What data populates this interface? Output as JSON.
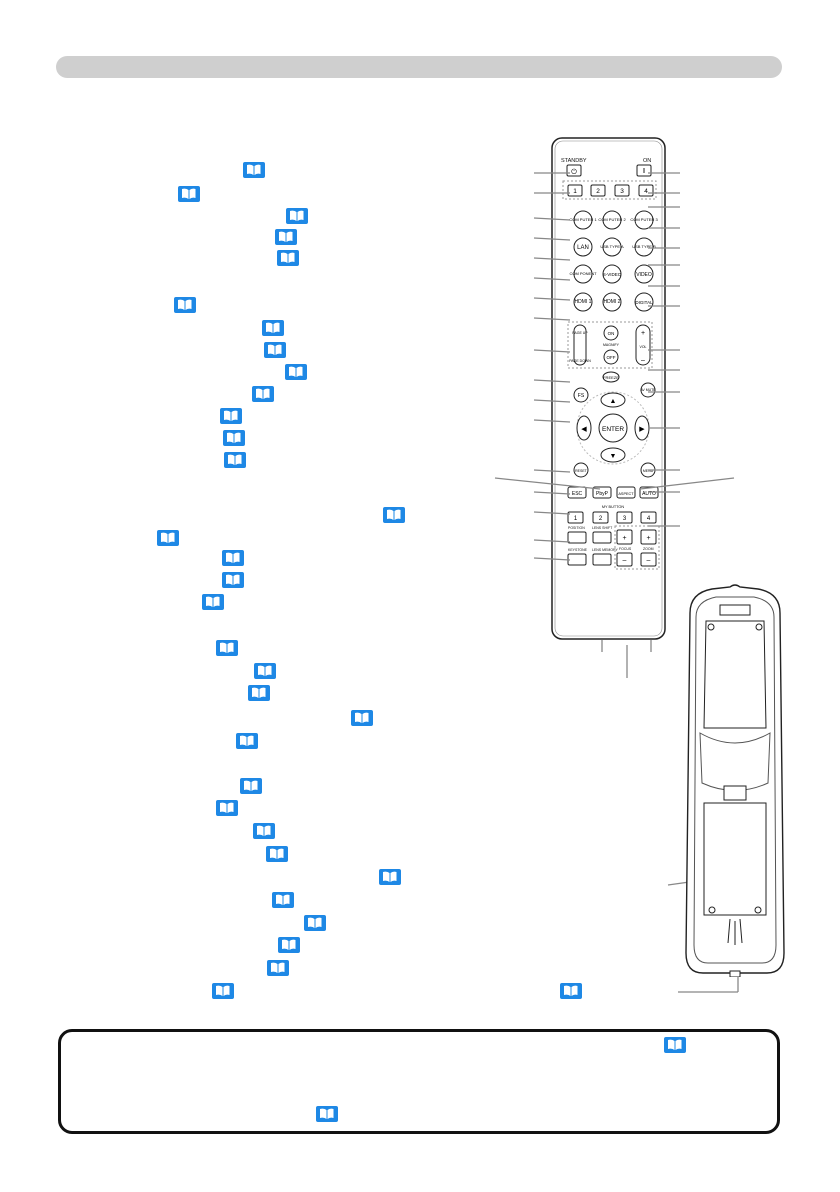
{
  "page": {
    "header_bar": {
      "color": "#cfcfcf"
    },
    "reference_icon": {
      "name": "book-reference-icon",
      "color": "#1e88e5"
    }
  },
  "remote_control": {
    "labels": {
      "standby": "STANDBY",
      "on": "ON",
      "input_1": "1",
      "input_2": "2",
      "input_3": "3",
      "input_4": "4",
      "computer_1": "COM PUTER 1",
      "computer_2": "COM PUTER 2",
      "computer_3": "COM PUTER 3",
      "lan": "LAN",
      "usb_type_a": "USB TYPE A",
      "usb_type_b": "USB TYPE B",
      "component": "COM PONENT",
      "s_video": "S-VIDEO",
      "video": "VIDEO",
      "hdmi_1": "HDMI 1",
      "hdmi_2": "HDMI 2",
      "digital": "DIGITAL",
      "page_up": "PAGE UP",
      "page_down": "PAGE DOWN",
      "magnify": "MAGNIFY",
      "magnify_on": "ON",
      "magnify_off": "OFF",
      "vol": "VOL",
      "vol_plus": "+",
      "vol_minus": "–",
      "freeze": "FREEZE",
      "fs": "FS",
      "av_mute": "AV MUTE",
      "enter": "ENTER",
      "reset": "RESET",
      "menu": "MENU",
      "esc": "ESC",
      "pbyp": "PbyP",
      "aspect": "ASPECT",
      "auto": "AUTO",
      "my_button": "MY BUTTON",
      "my_1": "1",
      "my_2": "2",
      "my_3": "3",
      "my_4": "4",
      "position": "POSITION",
      "lens_shift": "LENS SHIFT",
      "keystone": "KEYSTONE",
      "lens_memory": "LENS MEMORY",
      "focus": "FOCUS",
      "zoom": "ZOOM",
      "plus": "+",
      "minus": "–"
    }
  }
}
